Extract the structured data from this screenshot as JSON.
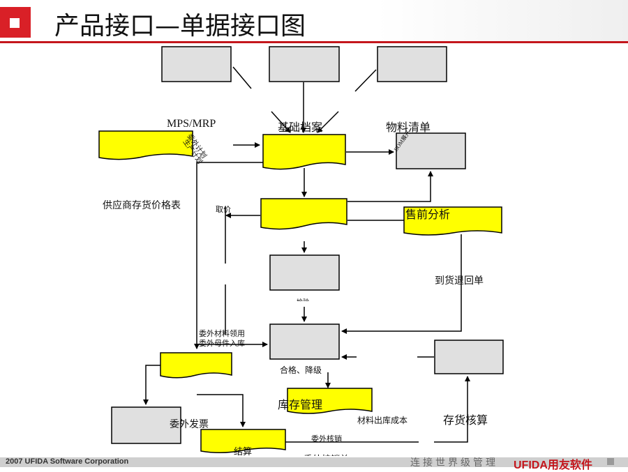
{
  "header": {
    "title": "产品接口—单据接口图"
  },
  "diagram": {
    "labels": {
      "mps_mrp": "MPS/MRP",
      "basic_archive": "基础档案",
      "bom": "物料清单",
      "supplier_price": "供应商存货价格表",
      "get_price": "取价",
      "presale_analysis": "售前分析",
      "arrival_return": "到货退回单",
      "outsource_material": "委外材料领用",
      "outsource_parent": "委外母件入库",
      "qualified_downgrade": "合格、降级",
      "inventory_mgmt": "库存管理",
      "inventory_accounting": "存货核算",
      "material_cost": "材料出库成本",
      "outsource_invoice": "委外发票",
      "outsource_verify": "委外核销",
      "outsource_verify_doc": "委外核销单",
      "settle": "结算",
      "bom_expand": "BOM展开",
      "plan_outsource": "委外计划",
      "plan_production": "生产计划",
      "check": "检验"
    }
  },
  "footer": {
    "copyright": "2007 UFIDA Software Corporation",
    "motto": "连接世界级管理",
    "brand": "UFIDA用友软件"
  },
  "colors": {
    "accent_red": "#d92027",
    "doc_yellow": "#ffff00",
    "box_gray": "#e0e0e0"
  }
}
